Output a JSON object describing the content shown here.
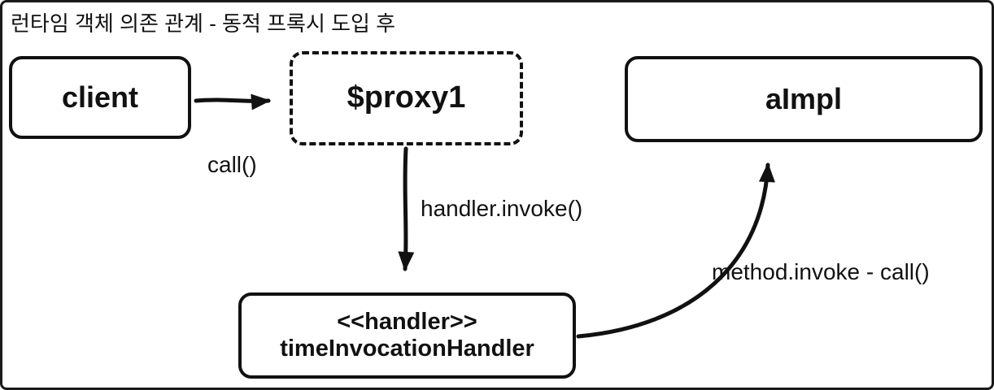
{
  "diagram": {
    "title": "런타임 객체 의존 관계 - 동적 프록시 도입 후",
    "nodes": {
      "client": {
        "label": "client"
      },
      "proxy": {
        "label": "$proxy1"
      },
      "aimpl": {
        "label": "aImpl"
      },
      "handler": {
        "stereotype": "<<handler>>",
        "label": "timeInvocationHandler"
      }
    },
    "edges": {
      "client_to_proxy": {
        "label": "call()"
      },
      "proxy_to_handler": {
        "label": "handler.invoke()"
      },
      "handler_to_aimpl": {
        "label": "method.invoke - call()"
      }
    },
    "colors": {
      "stroke": "#111111",
      "background": "#ffffff"
    }
  }
}
